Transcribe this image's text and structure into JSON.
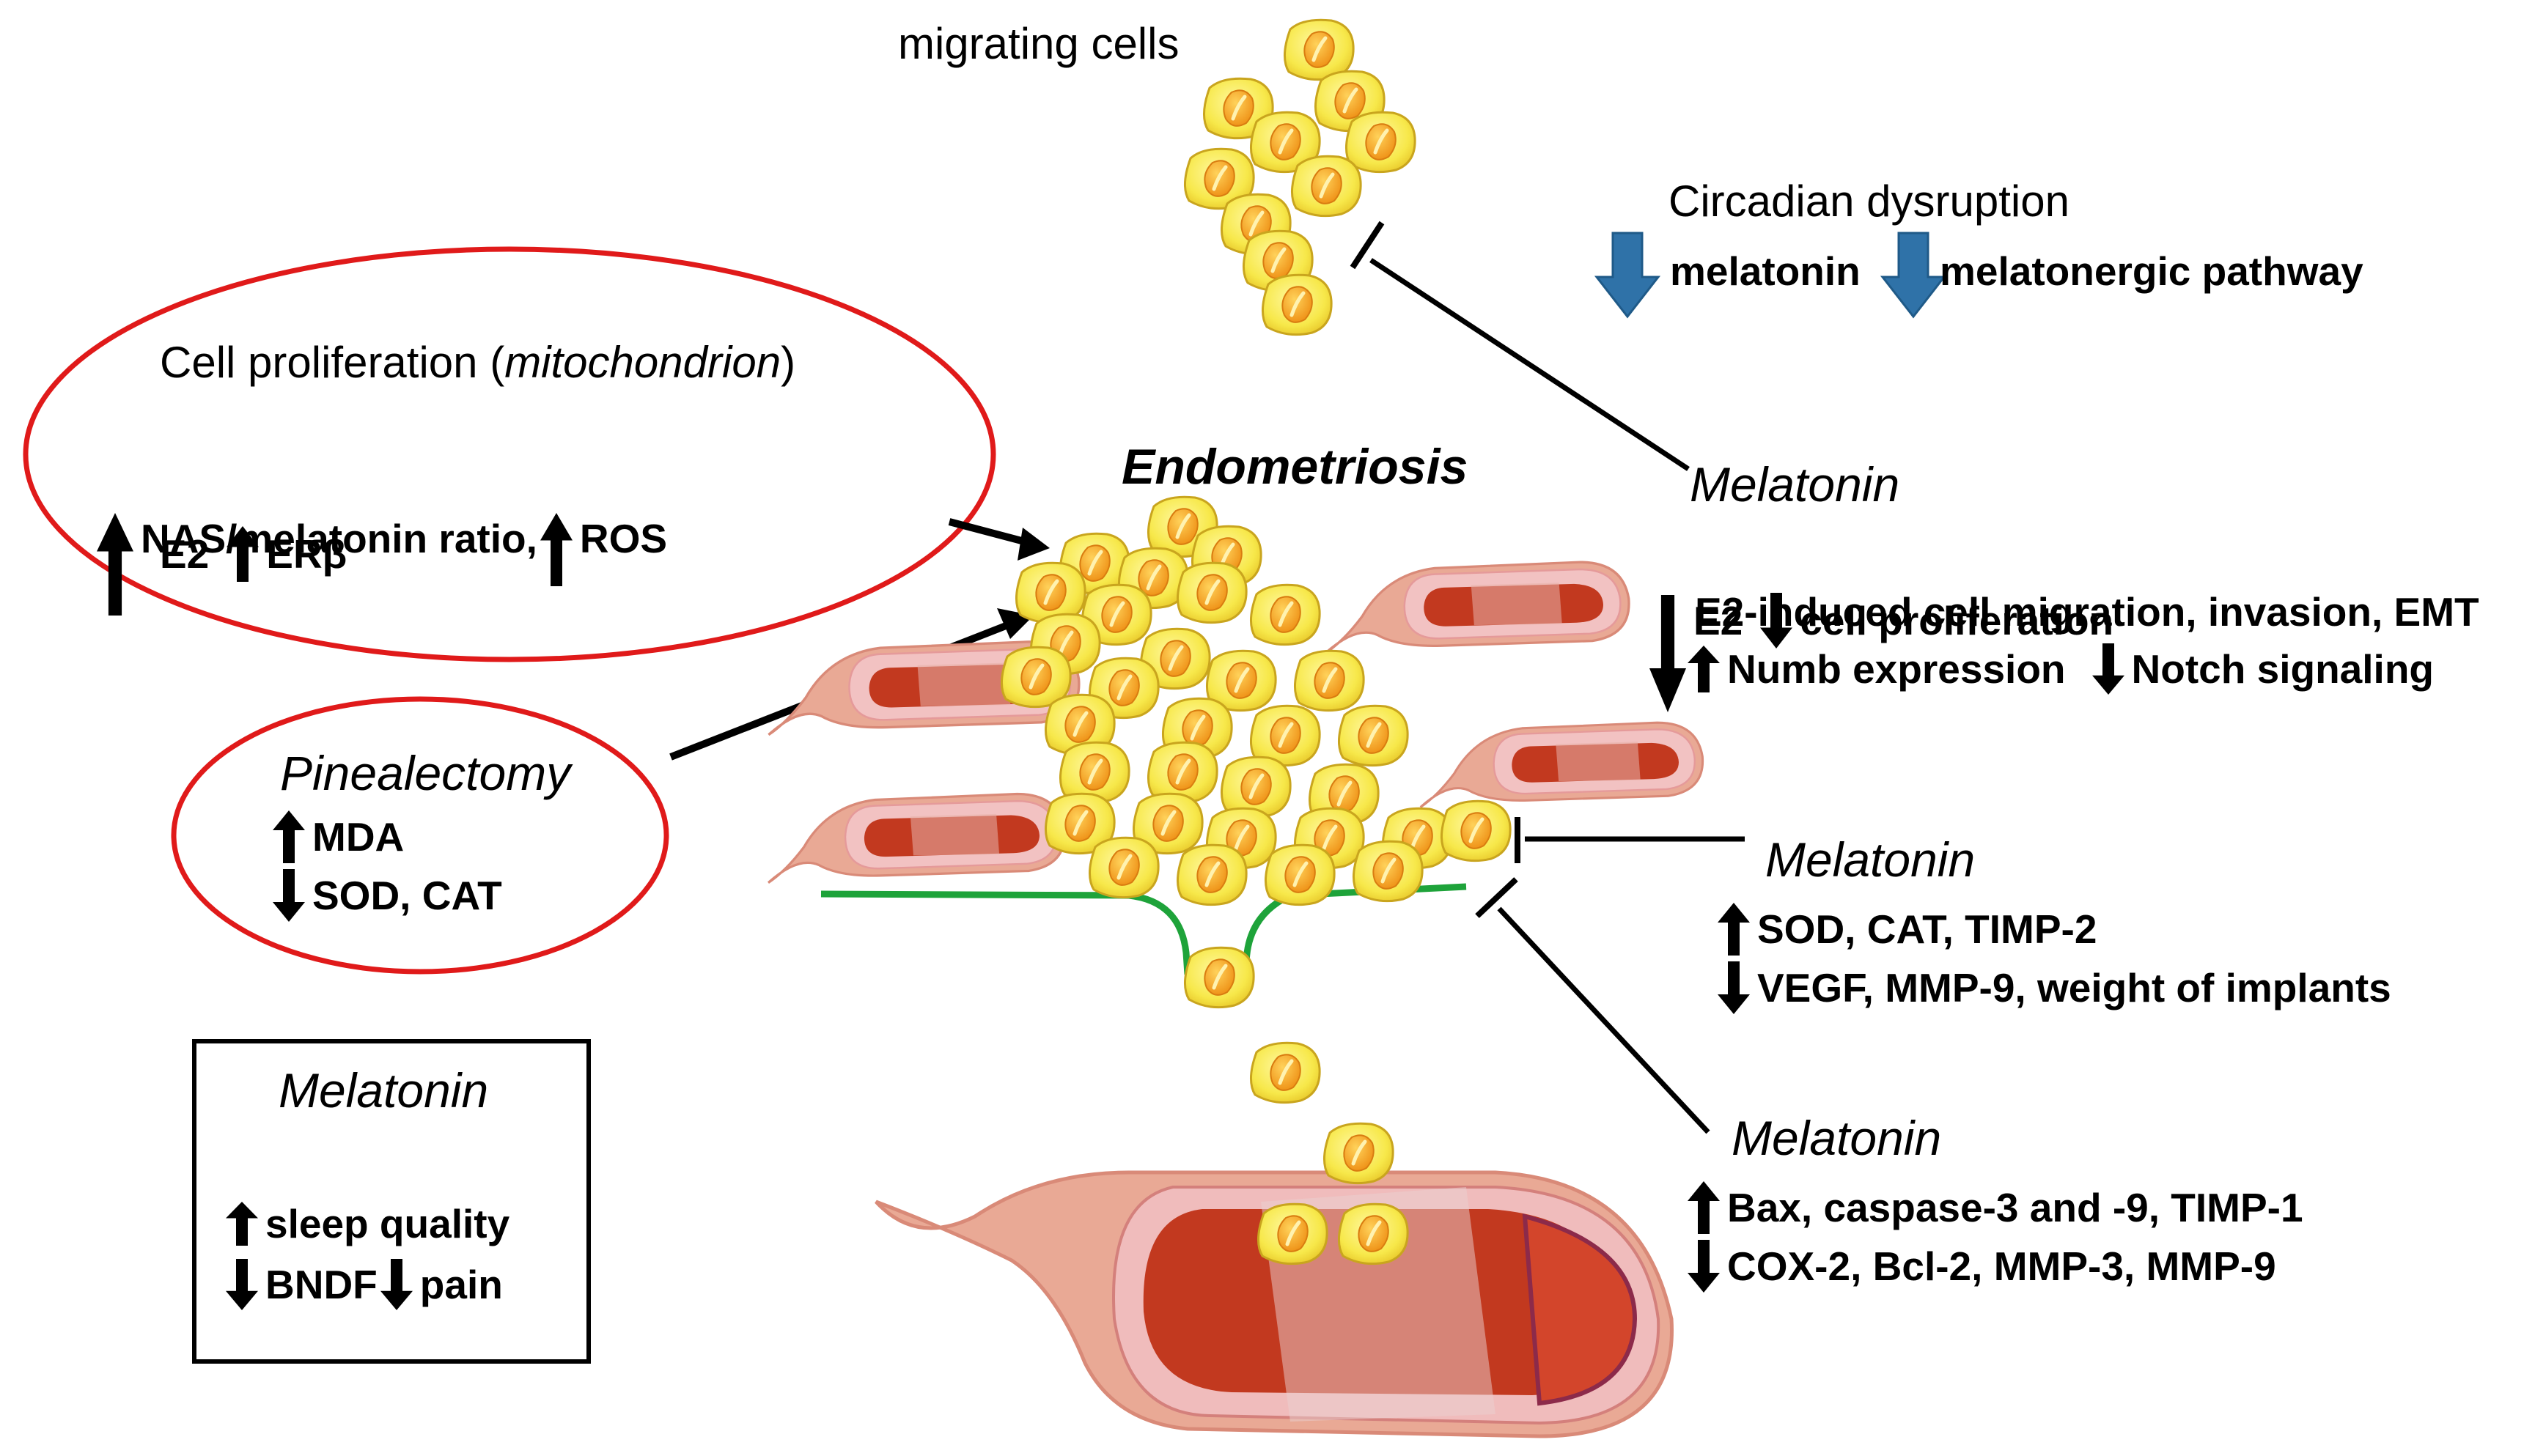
{
  "diagram": {
    "center_title": "Endometriosis",
    "migrating_cells": "migrating cells",
    "circadian": {
      "title": "Circadian dysruption",
      "item1": "melatonin",
      "item2": "melatonergic pathway"
    },
    "cell_proliferation": {
      "title": "Cell proliferation (",
      "title_italic": "mitochondrion",
      "title_close": ")",
      "line1a": "NAS/melatonin ratio,",
      "line1b": "ROS",
      "line2a": "E2",
      "line2b": "ERβ"
    },
    "pinealectomy": {
      "title": "Pinealectomy",
      "up": "MDA",
      "down": "SOD, CAT"
    },
    "melatonin_box": {
      "title": "Melatonin",
      "up": "sleep quality",
      "down1": "BNDF",
      "down2": "pain"
    },
    "melatonin_1": {
      "title": "Melatonin",
      "e2": "E2",
      "line1": "cell proliferation",
      "line2": "E2-induced cell migration, invasion, EMT",
      "line3a": "Numb expression",
      "line3b": "Notch signaling"
    },
    "melatonin_2": {
      "title": "Melatonin",
      "up": "SOD, CAT, TIMP-2",
      "down": "VEGF, MMP-9, weight of implants"
    },
    "melatonin_3": {
      "title": "Melatonin",
      "up": "Bax, caspase-3 and -9, TIMP-1",
      "down": "COX-2, Bcl-2, MMP-3, MMP-9"
    },
    "colors": {
      "ellipse_stroke": "#e01a1a",
      "cell_fill": "#f7e84a",
      "nucleus": "#f2a31c",
      "vessel": "#d9462f",
      "membrane": "#1ea33a",
      "circadian_arrow": "#2f72a8"
    }
  }
}
